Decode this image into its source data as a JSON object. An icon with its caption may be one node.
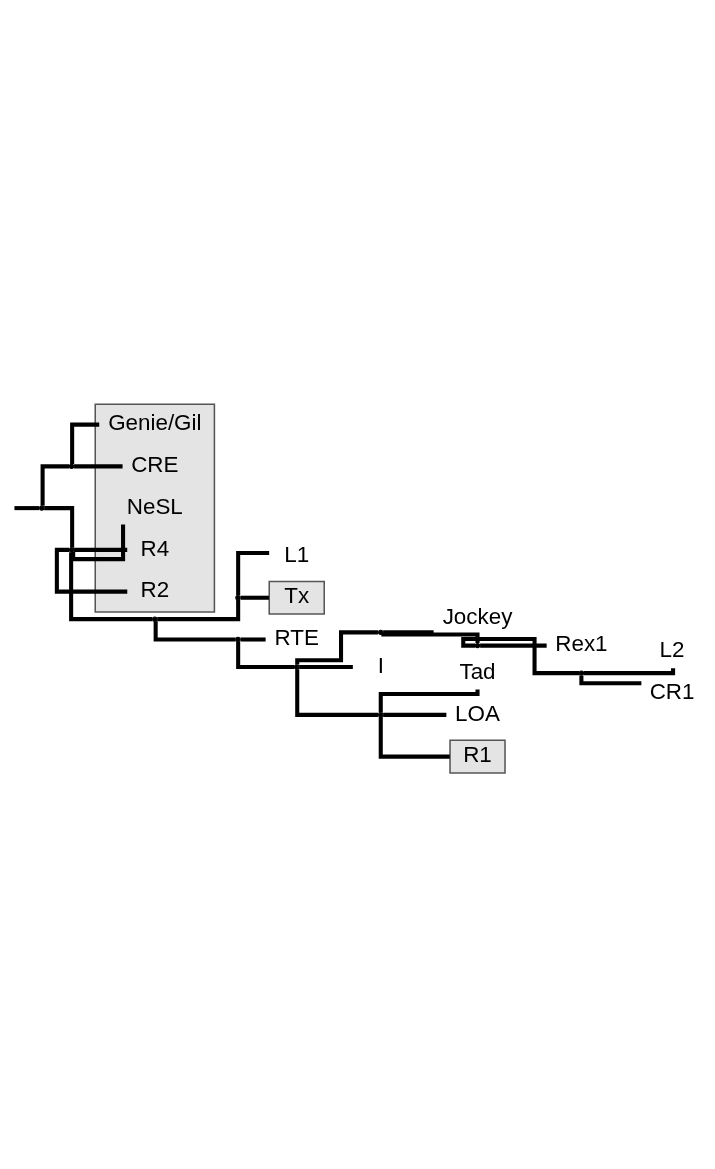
{
  "diagram": {
    "nodes": [
      {
        "text": [],
        "shape": "box"
      },
      {
        "text": [
          "Genie/Gil"
        ],
        "in": 0
      },
      {
        "text": [
          "CRE"
        ],
        "in": 0
      },
      {
        "text": [
          "NeSL"
        ],
        "in": 0
      },
      {
        "text": [
          "R4"
        ],
        "in": 0
      },
      {
        "text": [
          "R2"
        ],
        "in": 0
      },
      {
        "text": [
          "L1"
        ]
      },
      {
        "text": [
          "Tx"
        ]
      },
      {
        "text": [
          "RTE"
        ]
      },
      {
        "text": [
          "Jockey"
        ]
      },
      {
        "text": [
          "Rex1"
        ]
      },
      {
        "text": [
          "L2"
        ]
      },
      {
        "text": [
          "CR1"
        ]
      },
      {
        "text": [
          "I"
        ]
      },
      {
        "text": [
          "Tad"
        ]
      },
      {
        "text": [
          "LOA"
        ]
      },
      {
        "text": [
          "R1"
        ]
      },
      {
        "text": [],
        "shape": "point"
      },
      {
        "text": [],
        "shape": "point"
      },
      {
        "text": [],
        "shape": "point"
      },
      {
        "text": [],
        "shape": "point"
      },
      {
        "text": [],
        "shape": "point"
      },
      {
        "text": [],
        "shape": "point"
      },
      {
        "text": [],
        "shape": "point"
      },
      {
        "text": [],
        "shape": "point"
      },
      {
        "text": [],
        "shape": "point"
      },
      {
        "text": [],
        "shape": "point"
      },
      {
        "text": [],
        "shape": "point"
      }
    ],
    "edges": [
      {
        "from": null,
        "to": 17,
        "arrow": "none"
      },
      {
        "from": 17,
        "to": 18,
        "arrow": "none"
      },
      {
        "from": 18,
        "to": 1,
        "arrow": "none"
      },
      {
        "from": 18,
        "to": 2,
        "arrow": "none"
      },
      {
        "from": 17,
        "to": 19,
        "arrow": "none"
      },
      {
        "from": 19,
        "to": 3,
        "arrow": "none"
      },
      {
        "from": 19,
        "to": 4,
        "arrow": "none"
      },
      {
        "from": 19,
        "to": 5,
        "arrow": "none"
      },
      {
        "from": 19,
        "to": 20,
        "arrow": "none"
      },
      {
        "from": 20,
        "to": 21,
        "arrow": "none"
      },
      {
        "from": 21,
        "to": 6,
        "arrow": "none"
      },
      {
        "from": 21,
        "to": 7,
        "arrow": "none"
      },
      {
        "from": 20,
        "to": 22,
        "arrow": "none"
      },
      {
        "from": 22,
        "to": 8,
        "arrow": "none"
      },
      {
        "from": 22,
        "to": 23,
        "arrow": "none"
      },
      {
        "from": 23,
        "to": 24,
        "arrow": "none"
      },
      {
        "from": 24,
        "to": 9,
        "arrow": "none"
      },
      {
        "from": 24,
        "to": 25,
        "arrow": "none"
      },
      {
        "from": 25,
        "to": 10,
        "arrow": "none"
      },
      {
        "from": 25,
        "to": 26,
        "arrow": "none"
      },
      {
        "from": 26,
        "to": 11,
        "arrow": "none"
      },
      {
        "from": 26,
        "to": 12,
        "arrow": "none"
      },
      {
        "from": 23,
        "to": 13,
        "arrow": "none"
      },
      {
        "from": 23,
        "to": 27,
        "arrow": "none"
      },
      {
        "from": 27,
        "to": 14,
        "arrow": "none"
      },
      {
        "from": 27,
        "to": 15,
        "arrow": "none"
      },
      {
        "from": 27,
        "to": 16,
        "arrow": "none"
      }
    ]
  }
}
